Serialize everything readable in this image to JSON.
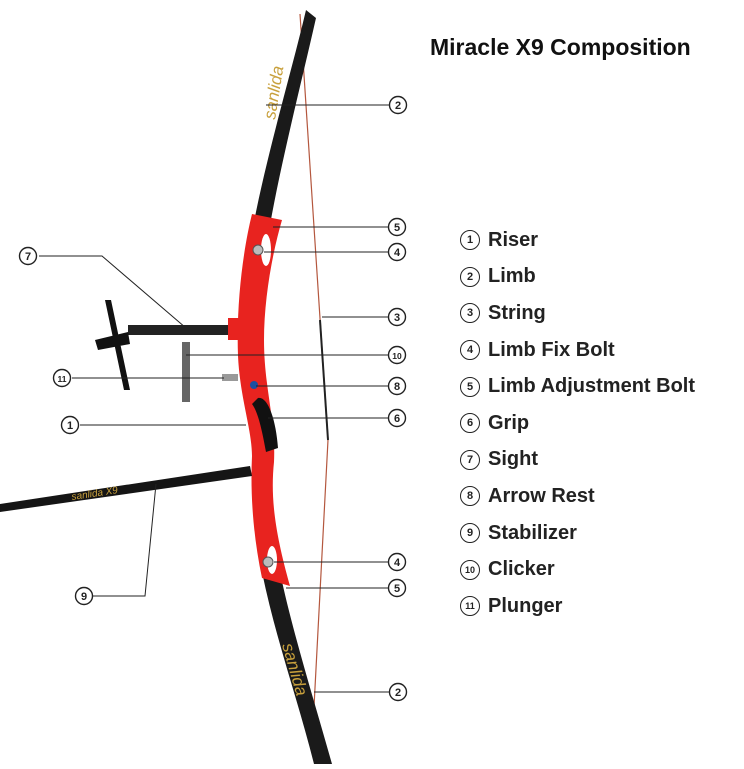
{
  "title": "Miracle X9 Composition",
  "legend": [
    {
      "num": "1",
      "label": "Riser"
    },
    {
      "num": "2",
      "label": "Limb"
    },
    {
      "num": "3",
      "label": "String"
    },
    {
      "num": "4",
      "label": "Limb Fix Bolt"
    },
    {
      "num": "5",
      "label": "Limb Adjustment Bolt"
    },
    {
      "num": "6",
      "label": "Grip"
    },
    {
      "num": "7",
      "label": "Sight"
    },
    {
      "num": "8",
      "label": "Arrow Rest"
    },
    {
      "num": "9",
      "label": "Stabilizer"
    },
    {
      "num": "10",
      "label": "Clicker"
    },
    {
      "num": "11",
      "label": "Plunger"
    }
  ],
  "callouts": [
    "2",
    "5",
    "4",
    "7",
    "3",
    "10",
    "11",
    "8",
    "1",
    "6",
    "9",
    "4",
    "5",
    "2"
  ],
  "limb_text": {
    "upper": "sanlida",
    "lower": "sanlida",
    "stabilizer": "sanlida X9"
  },
  "colors": {
    "riser": "#e8231f",
    "limb": "#1a1a1a",
    "limb_text": "#c8a03c",
    "string": "#b4573e",
    "leader": "#222222"
  }
}
